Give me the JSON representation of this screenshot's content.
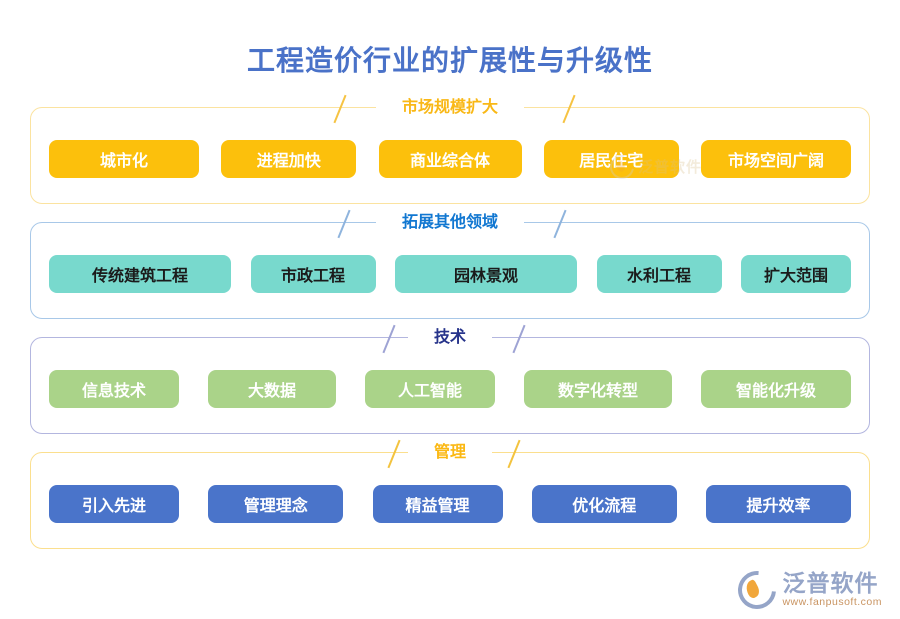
{
  "page": {
    "title": "工程造价行业的扩展性与升级性",
    "title_color": "#4a72c8",
    "background": "#ffffff"
  },
  "sections": [
    {
      "id": "market-scale",
      "title": "市场规模扩大",
      "title_color": "#f9b816",
      "border_color": "#fbe3a0",
      "pill_bg": "#fcc00c",
      "pill_text_color": "#ffffff",
      "items": [
        "城市化",
        "进程加快",
        "商业综合体",
        "居民住宅",
        "市场空间广阔"
      ]
    },
    {
      "id": "other-fields",
      "title": "拓展其他领域",
      "title_color": "#1177d1",
      "border_color": "#a8c8e8",
      "pill_bg": "#78d9cd",
      "pill_text_color": "#1b1b1b",
      "items": [
        "传统建筑工程",
        "市政工程",
        "园林景观",
        "水利工程",
        "扩大范围"
      ]
    },
    {
      "id": "technology",
      "title": "技术",
      "title_color": "#27348b",
      "border_color": "#b3b6df",
      "pill_bg": "#aad389",
      "pill_text_color": "#ffffff",
      "items": [
        "信息技术",
        "大数据",
        "人工智能",
        "数字化转型",
        "智能化升级"
      ]
    },
    {
      "id": "management",
      "title": "管理",
      "title_color": "#fbb813",
      "border_color": "#fbdf8e",
      "pill_bg": "#4a74ca",
      "pill_text_color": "#ffffff",
      "items": [
        "引入先进",
        "管理理念",
        "精益管理",
        "优化流程",
        "提升效率"
      ]
    }
  ],
  "watermark": {
    "text": "泛普软件"
  },
  "brand": {
    "name": "泛普软件",
    "url": "www.fanpusoft.com"
  }
}
